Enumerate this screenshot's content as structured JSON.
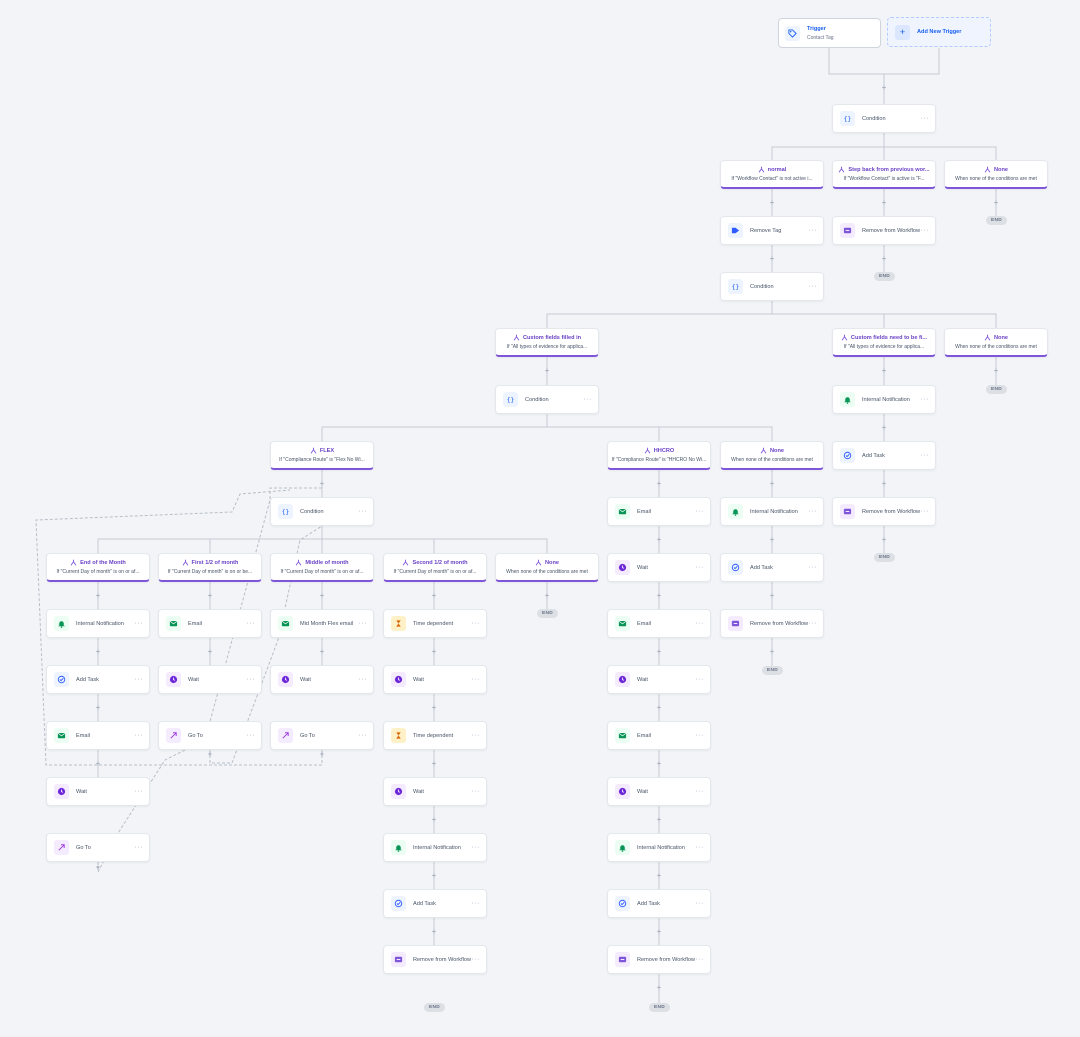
{
  "trigger": {
    "title": "Trigger",
    "subtitle": "Contact Tag"
  },
  "add_trigger": {
    "label": "Add New Trigger"
  },
  "labels": {
    "condition": "Condition",
    "remove_tag": "Remove Tag",
    "remove_from_workflow": "Remove from Workflow",
    "internal_notification": "Internal Notification",
    "add_task": "Add Task",
    "email": "Email",
    "wait": "Wait",
    "go_to": "Go To",
    "time_dependent": "Time dependent",
    "mid_month_email": "Mid Month Flex email",
    "end": "END",
    "more": "···"
  },
  "branches": {
    "normal": {
      "title": "normal",
      "subtitle": "If \"Workflow Contact\" is not active i..."
    },
    "step_back": {
      "title": "Step back from previous wor...",
      "subtitle": "If \"Workflow Contact\" is active is \"F..."
    },
    "none": {
      "title": "None",
      "subtitle": "When none of the conditions are met"
    },
    "cf_filled": {
      "title": "Custom fields filled in",
      "subtitle": "If \"All types of evidence for applica..."
    },
    "cf_need": {
      "title": "Custom fields need to be fi...",
      "subtitle": "If \"All types of evidence for applica..."
    },
    "flex": {
      "title": "FLEX",
      "subtitle": "If \"Compliance Route\" is \"Flex No Wi..."
    },
    "hhcro": {
      "title": "HHCRO",
      "subtitle": "If \"Compliance Route\" is \"HHCRO No Wi..."
    },
    "end_month": {
      "title": "End of the Month",
      "subtitle": "If \"Current Day of month\" is on or af..."
    },
    "first_half": {
      "title": "First 1/2 of month",
      "subtitle": "If \"Current Day of month\" is on or be..."
    },
    "middle": {
      "title": "Middle of month",
      "subtitle": "If \"Current Day of month\" is on or af..."
    },
    "second_half": {
      "title": "Second 1/2 of month",
      "subtitle": "If \"Current Day of month\" is on or af..."
    }
  },
  "colors": {
    "accent_purple": "#7f56d9",
    "link_blue": "#155eef",
    "email_green": "#079455",
    "wait_purple": "#6e28d9",
    "wire": "#c5cad3"
  }
}
